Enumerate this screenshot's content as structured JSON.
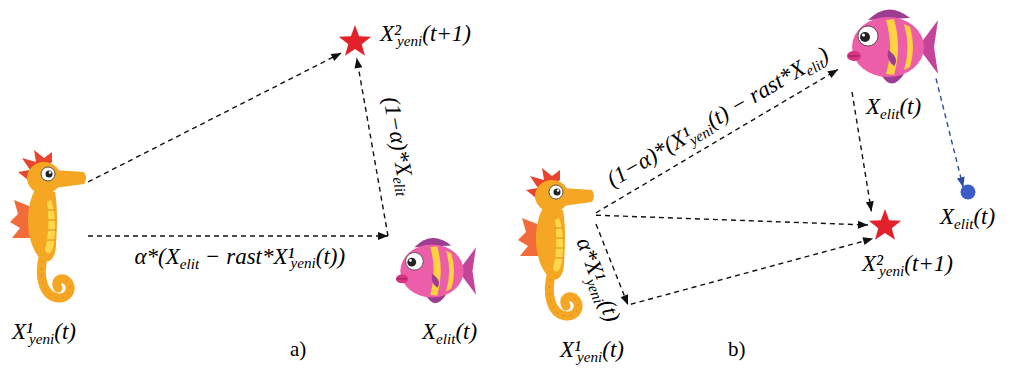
{
  "diagram": {
    "nodes": [
      {
        "text": [
          "X¹yeni(t)"
        ]
      },
      {
        "text": [
          "X²yeni(t+1)"
        ]
      },
      {
        "text": [
          "Xelit(t)"
        ]
      },
      {
        "text": [
          "X¹yeni(t)"
        ]
      },
      {
        "text": [
          "Xelit(t)"
        ]
      },
      {
        "text": [
          "X²yeni(t+1)"
        ]
      },
      {
        "text": [
          "Xelit(t)"
        ]
      }
    ],
    "edges": [
      {
        "from": 0,
        "to": 2,
        "arrow": "to",
        "label": "α*(Xelit − rast*X¹yeni(t))"
      },
      {
        "from": 2,
        "to": 1,
        "arrow": "to",
        "label": "(1−α)*Xelit"
      },
      {
        "from": 0,
        "to": 1,
        "arrow": "to"
      },
      {
        "from": 3,
        "to": 4,
        "arrow": "to",
        "label": "(1−α)*(X¹yeni(t) − rast*Xelit)"
      },
      {
        "from": 3,
        "to": 5,
        "arrow": "to"
      },
      {
        "from": 3,
        "to": 5,
        "arrow": "to",
        "label": "α*X¹yeni(t)"
      },
      {
        "from": 4,
        "to": 5,
        "arrow": "to"
      },
      {
        "from": 4,
        "to": 6,
        "arrow": "to"
      }
    ],
    "labels": [
      "a)",
      "b)"
    ]
  }
}
